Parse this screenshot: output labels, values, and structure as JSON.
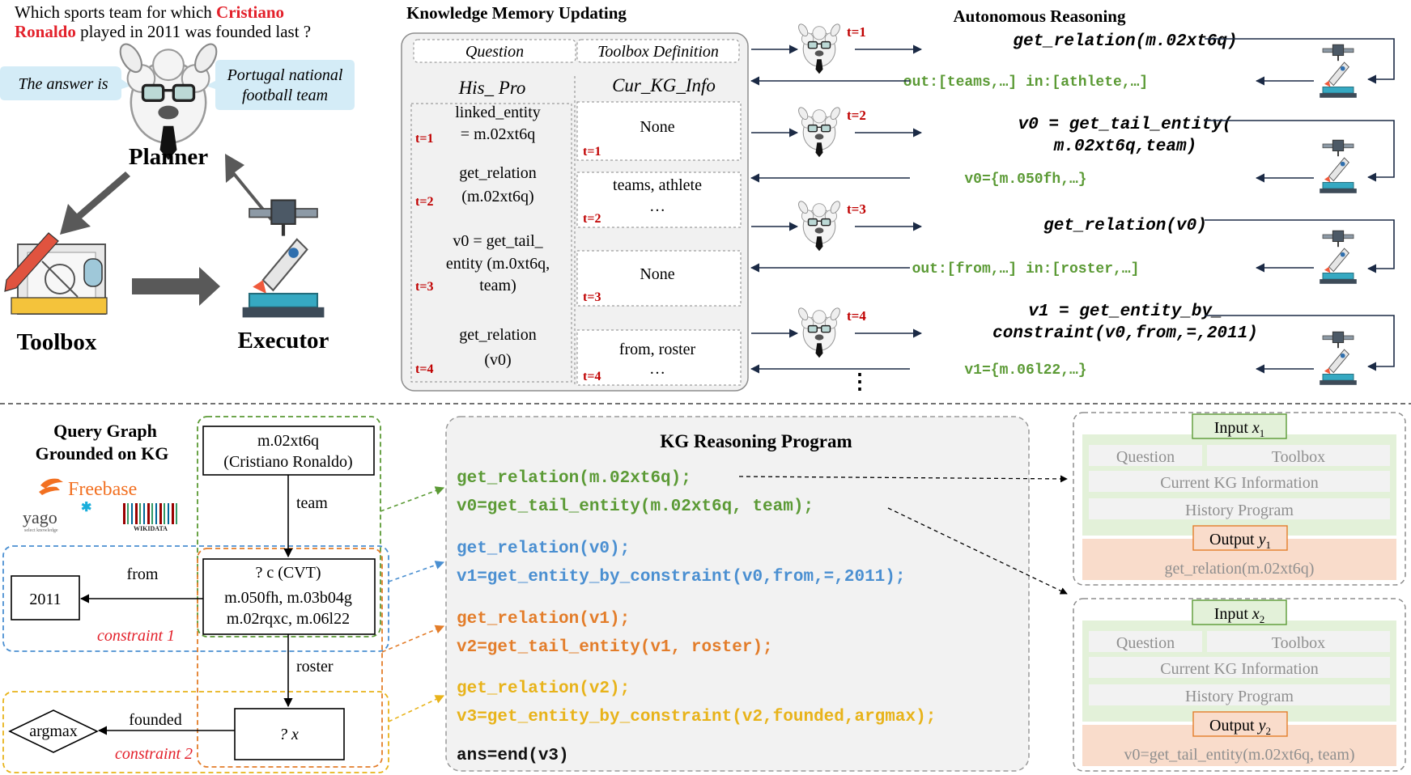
{
  "planner_section": {
    "question_part1": "Which sports team for which ",
    "question_name_a": "Cristiano",
    "question_name_b": "Ronaldo",
    "question_part2": " played in 2011 was founded last ?",
    "bubble_left": "The answer is",
    "bubble_right_1": "Portugal national",
    "bubble_right_2": "football team",
    "planner_label": "Planner",
    "toolbox_label": "Toolbox",
    "executor_label": "Executor"
  },
  "memory": {
    "title": "Knowledge  Memory Updating",
    "question_tab": "Question",
    "toolbox_tab": "Toolbox Definition",
    "his_pro_header": "His_ Pro",
    "cur_kg_header": "Cur_KG_Info",
    "his_pro": [
      {
        "t": "t=1",
        "lines": [
          "linked_entity",
          "= m.02xt6q"
        ]
      },
      {
        "t": "t=2",
        "lines": [
          "get_relation",
          "(m.02xt6q)"
        ]
      },
      {
        "t": "t=3",
        "lines": [
          "v0 = get_tail_",
          "entity (m.0xt6q,",
          "team)"
        ]
      },
      {
        "t": "t=4",
        "lines": [
          "get_relation",
          "(v0)"
        ]
      }
    ],
    "cur_kg": [
      {
        "t": "t=1",
        "lines": [
          "None"
        ]
      },
      {
        "t": "t=2",
        "lines": [
          "teams, athlete",
          "…"
        ]
      },
      {
        "t": "t=3",
        "lines": [
          "None"
        ]
      },
      {
        "t": "t=4",
        "lines": [
          "from, roster",
          "…"
        ]
      }
    ]
  },
  "reasoning": {
    "title": "Autonomous Reasoning",
    "steps": [
      {
        "t": "t=1",
        "call_1": "get_relation(m.02xt6q)",
        "call_2": "",
        "out": "out:[teams,…] in:[athlete,…]"
      },
      {
        "t": "t=2",
        "call_1": "v0 = get_tail_entity(",
        "call_2": "m.02xt6q,team)",
        "out": "v0={m.050fh,…}"
      },
      {
        "t": "t=3",
        "call_1": "get_relation(v0)",
        "call_2": "",
        "out": "out:[from,…] in:[roster,…]"
      },
      {
        "t": "t=4",
        "call_1": "v1 = get_entity_by_",
        "call_2": "constraint(v0,from,=,2011)",
        "out": "v1={m.06l22,…}"
      }
    ],
    "ellipsis": "⋮"
  },
  "query_graph": {
    "title_1": "Query Graph",
    "title_2": "Grounded on KG",
    "freebase": "Freebase",
    "yago": "yago",
    "yago_sub": "select knowledge",
    "wikidata": "WIKIDATA",
    "top_node_1": "m.02xt6q",
    "top_node_2": "(Cristiano Ronaldo)",
    "edge_team": "team",
    "cvt_node_1": "? c (CVT)",
    "cvt_node_2": "m.050fh, m.03b04g",
    "cvt_node_3": "m.02rqxc, m.06l22",
    "edge_from": "from",
    "year_node": "2011",
    "constraint_1": "constraint 1",
    "edge_roster": "roster",
    "x_node": "? x",
    "edge_founded": "founded",
    "argmax_node": "argmax",
    "constraint_2": "constraint 2"
  },
  "program": {
    "title": "KG Reasoning Program",
    "lines": [
      {
        "text": "get_relation(m.02xt6q);",
        "color": "#5b9a35"
      },
      {
        "text": "v0=get_tail_entity(m.02xt6q, team);",
        "color": "#5b9a35"
      },
      {
        "text": "get_relation(v0);",
        "color": "#4a8fd1"
      },
      {
        "text": "v1=get_entity_by_constraint(v0,from,=,2011);",
        "color": "#4a8fd1"
      },
      {
        "text": "get_relation(v1);",
        "color": "#e37d2a"
      },
      {
        "text": "v2=get_tail_entity(v1, roster);",
        "color": "#e37d2a"
      },
      {
        "text": "get_relation(v2);",
        "color": "#e8b31a"
      },
      {
        "text": "v3=get_entity_by_constraint(v2,founded,argmax);",
        "color": "#e8b31a"
      },
      {
        "text": "ans=end(v3)",
        "color": "#111111"
      }
    ]
  },
  "samples": [
    {
      "input": "Input x",
      "input_sub": "1",
      "question": "Question",
      "toolbox": "Toolbox",
      "kg": "Current KG Information",
      "history": "History Program",
      "output": "Output y",
      "output_sub": "1",
      "answer": "get_relation(m.02xt6q)"
    },
    {
      "input": "Input x",
      "input_sub": "2",
      "question": "Question",
      "toolbox": "Toolbox",
      "kg": "Current KG Information",
      "history": "History Program",
      "output": "Output y",
      "output_sub": "2",
      "answer": "v0=get_tail_entity(m.02xt6q, team)"
    }
  ],
  "colors": {
    "red_label": "#c00000",
    "code_green": "#5b9a35",
    "bubble": "#d4ecf7",
    "green_box": "#e3f1d9",
    "orange_box": "#f9dccb"
  }
}
